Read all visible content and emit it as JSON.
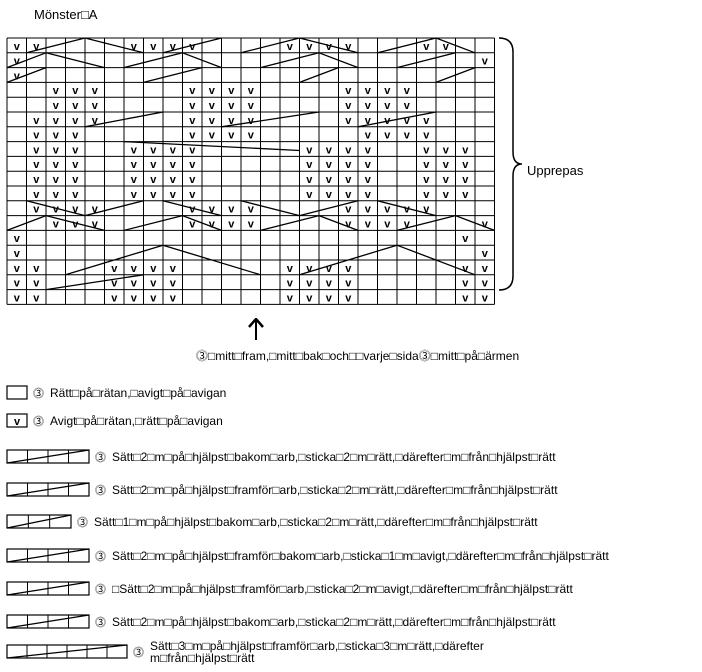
{
  "title": "Mönster□A",
  "repeat_label": "Upprepas",
  "middle_note": "⓷□mitt□fram,□mitt□bak□och□□varje□sida⓷□mitt□på□ärmen",
  "grid": {
    "rows": [
      "vv....vvvv....vvvv...vv",
      "v.......................v",
      "v.........................v",
      "..vvv....vvvv....vvvv....",
      "..vvv....vvvv....vvvv....",
      ".vvvv....vvvv....vvvvv...",
      ".vvv.....vvvv.....vvvv...",
      ".vvv..vvvv.....vvvv..vvv.",
      ".vvv..vvvv.....vvvv..vvv.",
      ".vvv..vvvv.....vvvv..vvv.",
      ".vvv..vvvv.....vvvv..vvv.",
      ".vvvv....vvvv....vvvvv...",
      "..vvv....vvvv....vvvv...v",
      "v......................v",
      "v.......................v",
      "vv...vvvv.....vvvv.....vv",
      "vv...vvvv.....vvvv.....vv",
      "vv...vvvv.....vvvv.....vv"
    ],
    "cell_symbol": "v"
  },
  "legend": [
    {
      "symbol": "",
      "text": "Rätt□på□rätan,□avigt□på□avigan"
    },
    {
      "symbol": "v",
      "text": "Avigt□på□rätan,□rätt□på□avigan"
    },
    {
      "symbol": "",
      "text": "Sätt□2□m□på□hjälpst□bakom□arb,□sticka□2□m□rätt,□därefter□m□från□hjälpst□rätt"
    },
    {
      "symbol": "",
      "text": "Sätt□2□m□på□hjälpst□framför□arb,□sticka□2□m□rätt,□därefter□m□från□hjälpst□rätt"
    },
    {
      "symbol": "",
      "text": "Sätt□1□m□på□hjälpst□bakom□arb,□sticka□2□m□rätt,□därefter□m□från□hjälpst□rätt"
    },
    {
      "symbol": "",
      "text": "Sätt□2□m□på□hjälpst□framför□bakom□arb,□sticka□1□m□avigt,□därefter□m□från□hjälpst□rätt"
    },
    {
      "symbol": "",
      "text": "□Sätt□2□m□på□hjälpst□framför□arb,□sticka□2□m□avigt,□därefter□m□från□hjälpst□rätt"
    },
    {
      "symbol": "",
      "text": "Sätt□2□m□på□hjälpst□bakom□arb,□sticka□2□m□rätt,□därefter□m□från□hjälpst□rätt"
    },
    {
      "symbol": "",
      "text": "Sätt□3□m□på□hjälpst□framför□arb,□sticka□3□m□rätt,□därefter m□från□hjälpst□rätt"
    }
  ],
  "legend_prefix": "⓷"
}
